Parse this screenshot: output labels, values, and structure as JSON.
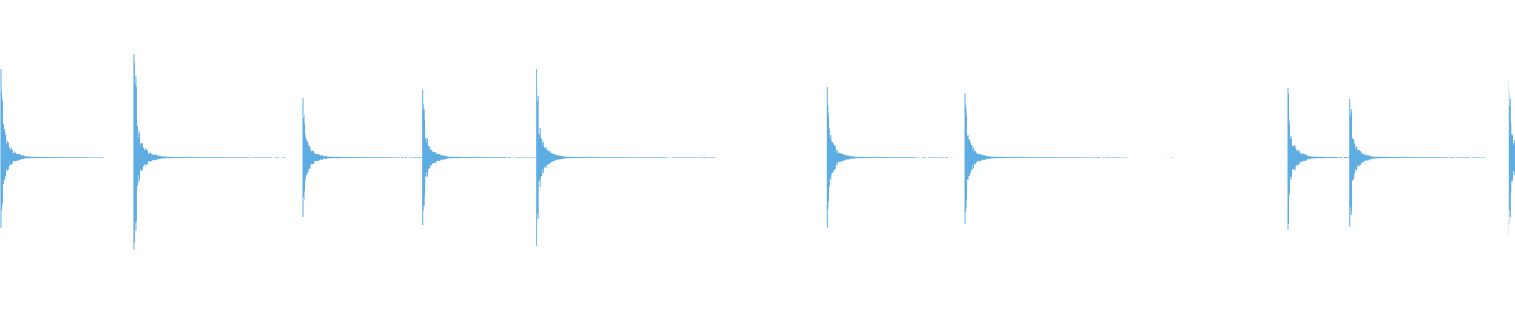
{
  "waveform": {
    "color": "#5dade2",
    "background": "#ffffff",
    "duration_fraction_visible": 1,
    "baseline_fraction": 0.5,
    "onsets": [
      {
        "t": 0.0005,
        "up": 0.56,
        "down": 0.45,
        "tail": 0.068
      },
      {
        "t": 0.0885,
        "up": 0.66,
        "down": 0.59,
        "tail": 0.1
      },
      {
        "t": 0.2,
        "up": 0.38,
        "down": 0.38,
        "tail": 0.082
      },
      {
        "t": 0.279,
        "up": 0.43,
        "down": 0.43,
        "tail": 0.079
      },
      {
        "t": 0.354,
        "up": 0.56,
        "down": 0.56,
        "tail": 0.118
      },
      {
        "t": 0.546,
        "up": 0.45,
        "down": 0.45,
        "tail": 0.08
      },
      {
        "t": 0.637,
        "up": 0.41,
        "down": 0.42,
        "tail": 0.108
      },
      {
        "t": 0.85,
        "up": 0.44,
        "down": 0.46,
        "tail": 0.041
      },
      {
        "t": 0.891,
        "up": 0.37,
        "down": 0.44,
        "tail": 0.09
      },
      {
        "t": 0.996,
        "up": 0.49,
        "down": 0.5,
        "tail": 0.004
      }
    ],
    "stray_dots": [
      0.463,
      0.4695,
      0.766,
      0.773
    ]
  }
}
